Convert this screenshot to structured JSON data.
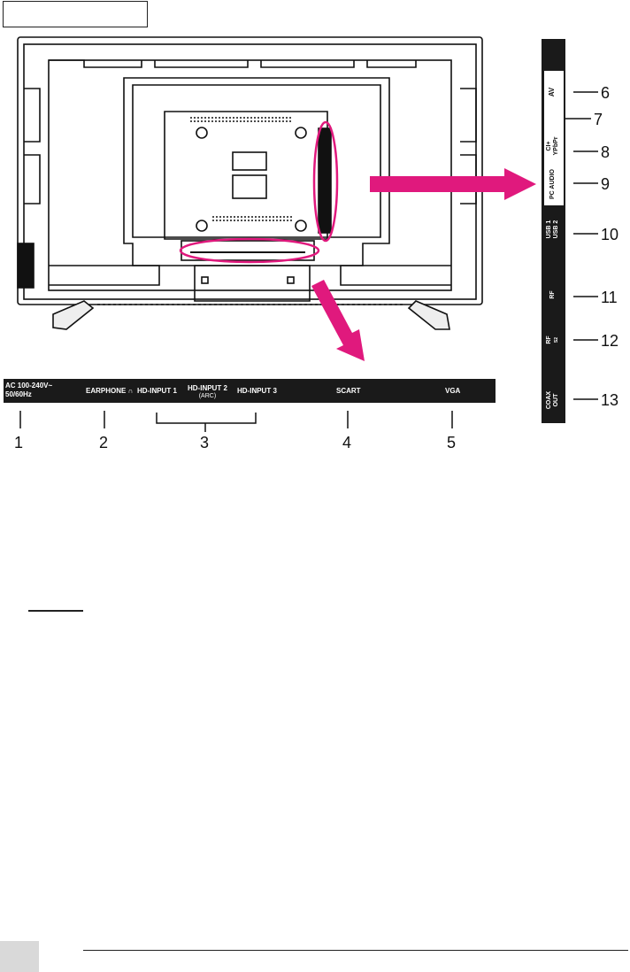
{
  "bottom_panel": {
    "labels": {
      "ac": "AC 100-240V~",
      "ac_freq": "50/60Hz",
      "earphone": "EARPHONE",
      "hd1": "HD-INPUT 1",
      "hd2": "HD-INPUT 2",
      "hd2_arc": "(ARC)",
      "hd3": "HD-INPUT 3",
      "scart": "SCART",
      "vga": "VGA"
    },
    "numbers": [
      "1",
      "2",
      "3",
      "4",
      "5"
    ]
  },
  "side_panel": {
    "labels": {
      "av": "AV",
      "ci": "CI+",
      "ypbpr": "YPbPr",
      "pc_audio": "PC AUDIO",
      "usb1": "USB 1",
      "usb2": "USB 2",
      "rf": "RF",
      "rf_s2": "RF",
      "s2": "S2",
      "coax": "COAX",
      "out": "OUT"
    },
    "numbers": [
      "6",
      "7",
      "8",
      "9",
      "10",
      "11",
      "12",
      "13"
    ]
  },
  "colors": {
    "highlight": "#e0197d",
    "panel": "#1a1a1a"
  },
  "icons": [
    "headphone-icon",
    "arrow-right-icon",
    "arrow-down-right-icon"
  ]
}
